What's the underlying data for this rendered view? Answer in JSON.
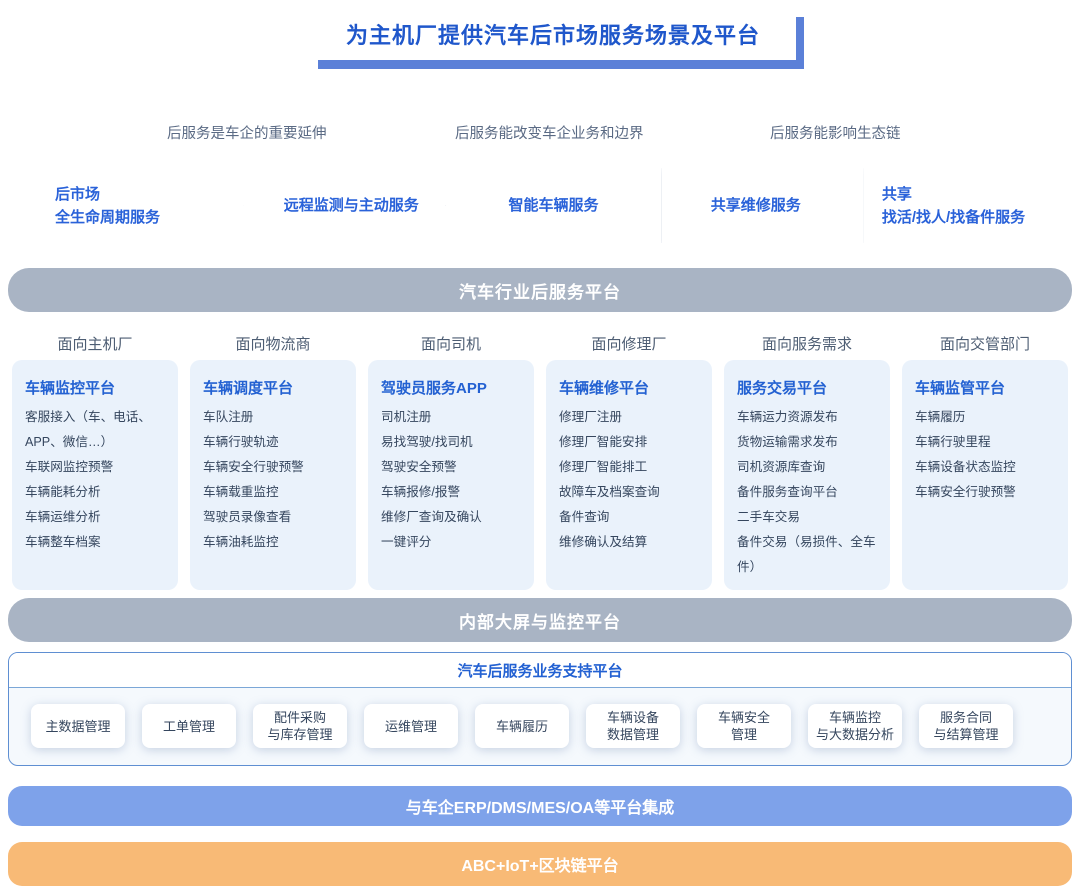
{
  "title": "为主机厂提供汽车后市场服务场景及平台",
  "labels": [
    "后服务是车企的重要延伸",
    "后服务能改变车企业务和边界",
    "后服务能影响生态链"
  ],
  "arrows": [
    {
      "lines": [
        "后市场",
        "全生命周期服务"
      ]
    },
    {
      "lines": [
        "远程监测与主动服务",
        ""
      ]
    },
    {
      "lines": [
        "智能车辆服务",
        ""
      ]
    },
    {
      "lines": [
        "共享维修服务",
        ""
      ]
    },
    {
      "lines": [
        "共享",
        "找活/找人/找备件服务"
      ]
    }
  ],
  "bands": {
    "platform": "汽车行业后服务平台",
    "monitor": "内部大屏与监控平台",
    "erp": "与车企ERP/DMS/MES/OA等平台集成",
    "abc": "ABC+IoT+区块链平台"
  },
  "columns": [
    {
      "header": "面向主机厂",
      "card_title": "车辆监控平台",
      "items": [
        "客服接入（车、电话、APP、微信…）",
        "车联网监控预警",
        "车辆能耗分析",
        "车辆运维分析",
        "车辆整车档案",
        ""
      ]
    },
    {
      "header": "面向物流商",
      "card_title": "车辆调度平台",
      "items": [
        "车队注册",
        "车辆行驶轨迹",
        "车辆安全行驶预警",
        "车辆载重监控",
        "驾驶员录像查看",
        "车辆油耗监控"
      ]
    },
    {
      "header": "面向司机",
      "card_title": "驾驶员服务APP",
      "items": [
        "司机注册",
        "易找驾驶/找司机",
        "驾驶安全预警",
        "车辆报修/报警",
        "维修厂查询及确认",
        "一键评分"
      ]
    },
    {
      "header": "面向修理厂",
      "card_title": "车辆维修平台",
      "items": [
        "修理厂注册",
        "修理厂智能安排",
        "修理厂智能排工",
        "故障车及档案查询",
        "备件查询",
        "维修确认及结算"
      ]
    },
    {
      "header": "面向服务需求",
      "card_title": "服务交易平台",
      "items": [
        "车辆运力资源发布",
        "货物运输需求发布",
        "司机资源库查询",
        "备件服务查询平台",
        "二手车交易",
        "备件交易（易损件、全车件）"
      ]
    },
    {
      "header": "面向交管部门",
      "card_title": "车辆监管平台",
      "items": [
        "车辆履历",
        "车辆行驶里程",
        "车辆设备状态监控",
        "车辆安全行驶预警",
        "",
        ""
      ]
    }
  ],
  "support": {
    "title": "汽车后服务业务支持平台",
    "buttons": [
      {
        "lines": [
          "主数据管理",
          ""
        ]
      },
      {
        "lines": [
          "工单管理",
          ""
        ]
      },
      {
        "lines": [
          "配件采购",
          "与库存管理"
        ]
      },
      {
        "lines": [
          "运维管理",
          ""
        ]
      },
      {
        "lines": [
          "车辆履历",
          ""
        ]
      },
      {
        "lines": [
          "车辆设备",
          "数据管理"
        ]
      },
      {
        "lines": [
          "车辆安全",
          "管理"
        ]
      },
      {
        "lines": [
          "车辆监控",
          "与大数据分析"
        ]
      },
      {
        "lines": [
          "服务合同",
          "与结算管理"
        ]
      }
    ]
  },
  "colors": {
    "accent_blue_text": "#1f57cb",
    "banner_shadow": "#5b80d8",
    "band_gray": "#a9b4c4",
    "card_bg": "#eaf2fb",
    "band_blue": "#7ea2ea",
    "band_orange": "#f8ba76"
  }
}
